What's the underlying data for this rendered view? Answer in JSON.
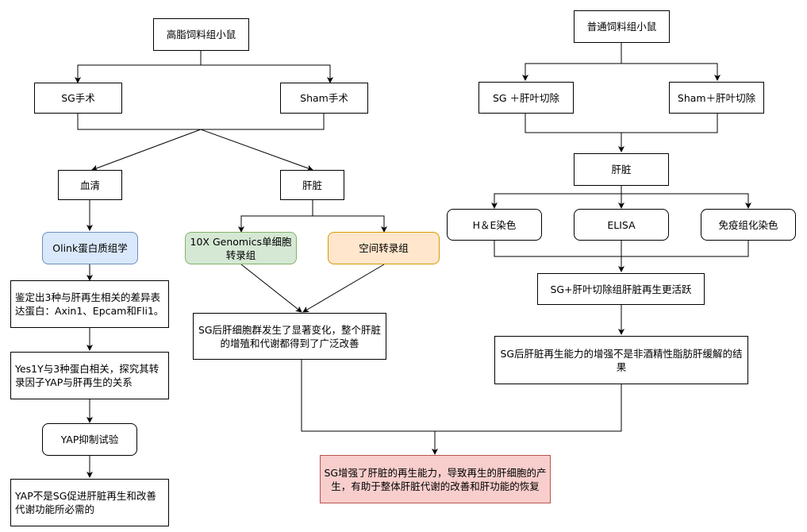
{
  "diagram": {
    "colors": {
      "line": "#000000",
      "blue_fill": "#dae8fc",
      "green_fill": "#d5e8d4",
      "orange_fill": "#ffe6cc",
      "red_fill": "#f8cecc"
    },
    "left": {
      "root": "高脂饲料组小鼠",
      "sg": "SG手术",
      "sham": "Sham手术",
      "serum": "血清",
      "liver": "肝脏",
      "olink": "Olink蛋白质组学",
      "identify": "鉴定出3种与肝再生相关的差异表达蛋白：Axin1、Epcam和Fli1。",
      "yes1y": "Yes1Y与3种蛋白相关，探究其转录因子YAP与肝再生的关系",
      "yap_test": "YAP抑制试验",
      "yap_conclusion": "YAP不是SG促进肝脏再生和改善代谢功能所必需的",
      "genomics": "10X Genomics单细胞转录组",
      "spatial": "空间转录组",
      "sg_cells": "SG后肝细胞群发生了显著变化，整个肝脏的增殖和代谢都得到了广泛改善"
    },
    "right": {
      "root": "普通饲料组小鼠",
      "sg_resection": "SG ＋肝叶切除",
      "sham_resection": "Sham＋肝叶切除",
      "liver": "肝脏",
      "he": "H＆E染色",
      "elisa": "ELISA",
      "ihc": "免疫组化染色",
      "active": "SG+肝叶切除组肝脏再生更活跃",
      "not_nafld": "SG后肝脏再生能力的增强不是非酒精性脂肪肝缓解的结果"
    },
    "final": "SG增强了肝脏的再生能力，导致再生的肝细胞的产生，有助于整体肝脏代谢的改善和肝功能的恢复"
  }
}
